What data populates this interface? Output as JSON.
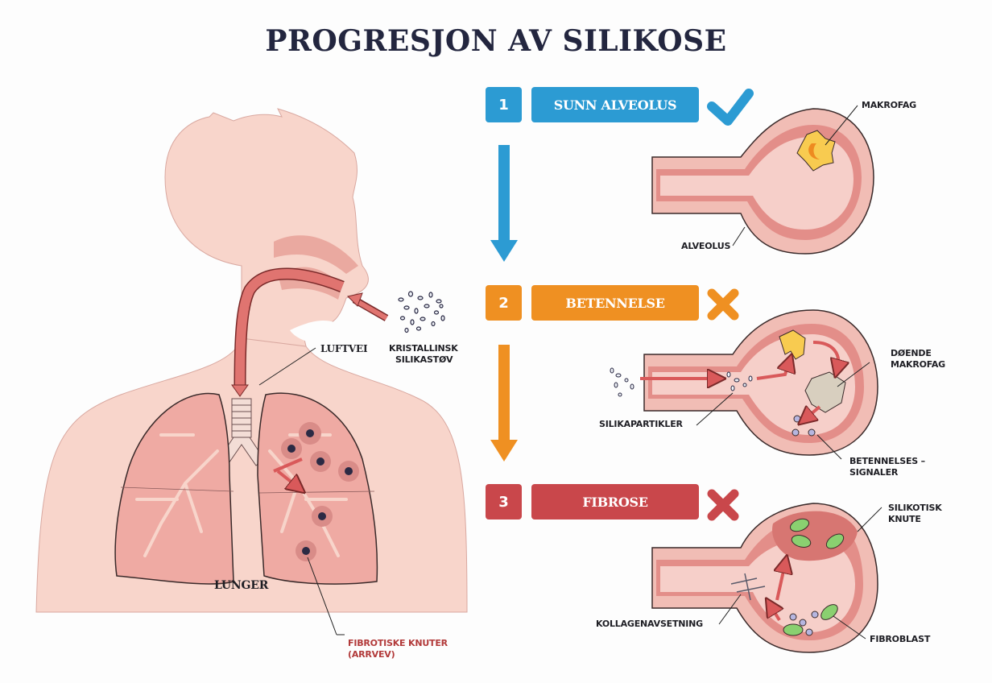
{
  "title": "PROGRESJON AV SILIKOSE",
  "stages": [
    {
      "number": "1",
      "label": "SUNN ALVEOLUS",
      "status": "check",
      "color": "#2c9bd3",
      "annotations": [
        "MAKROFAG",
        "ALVEOLUS"
      ]
    },
    {
      "number": "2",
      "label": "BETENNELSE",
      "status": "cross",
      "color": "#ef9022",
      "annotations": [
        "DØENDE",
        "MAKROFAG",
        "SILIKAPARTIKLER",
        "BETENNELSES –",
        "SIGNALER"
      ]
    },
    {
      "number": "3",
      "label": "FIBROSE",
      "status": "cross",
      "color": "#c9474b",
      "annotations": [
        "SILIKOTISK",
        "KNUTE",
        "KOLLAGENAVSETNING",
        "FIBROBLAST"
      ]
    }
  ],
  "body_labels": {
    "airway": "LUFTVEI",
    "dust_line1": "KRISTALLINSK",
    "dust_line2": "SILIKASTØV",
    "lungs": "LUNGER",
    "nodules_line1": "FIBROTISKE KNUTER",
    "nodules_line2": "(ARRVEV)"
  },
  "colors": {
    "skin": "#f8d5cb",
    "lung": "#efaaa3",
    "arrow": "#d9595a",
    "text": "#23263f",
    "nodule": "#2b2a44"
  }
}
